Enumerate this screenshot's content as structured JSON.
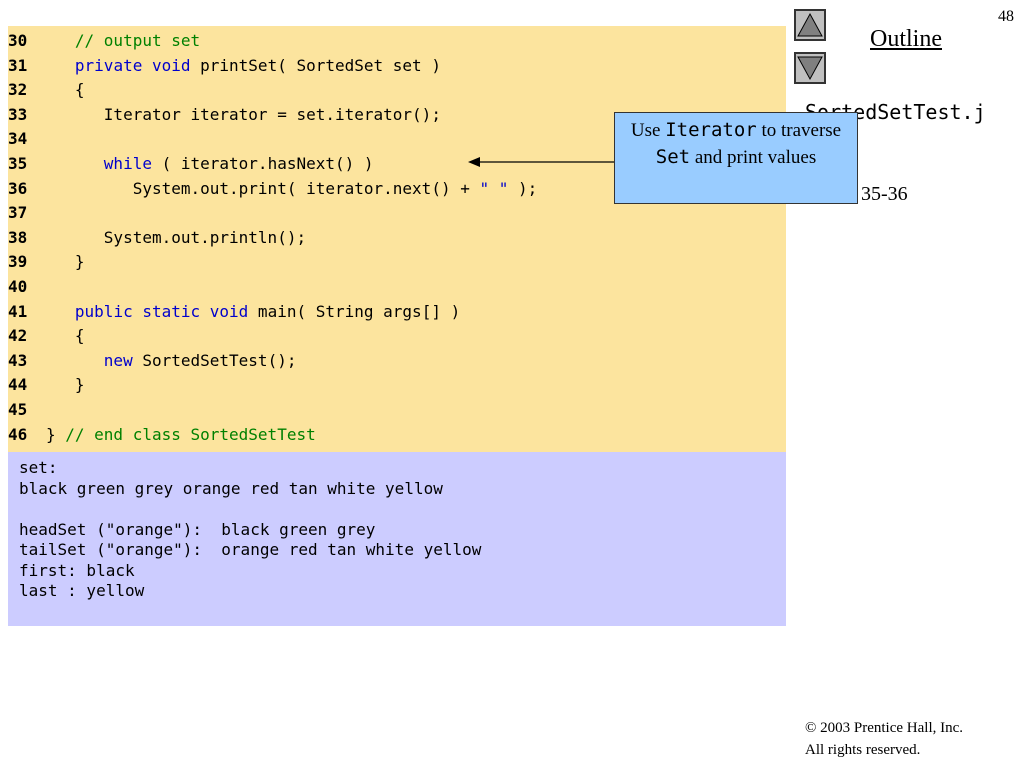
{
  "slide_number": "48",
  "outline": {
    "title": "Outline",
    "filename": "SortedSetTest.j",
    "lines": "35-36"
  },
  "callout": {
    "text_before": "Use ",
    "code1": "Iterator",
    "text_mid": " to traverse ",
    "code2": "Set",
    "text_after": " and print values"
  },
  "code_lines": [
    {
      "n": "30",
      "parts": [
        {
          "c": "cm",
          "t": "   // output set"
        }
      ]
    },
    {
      "n": "31",
      "parts": [
        {
          "c": "",
          "t": "   "
        },
        {
          "c": "kw",
          "t": "private void"
        },
        {
          "c": "",
          "t": " printSet( SortedSet set )"
        }
      ]
    },
    {
      "n": "32",
      "parts": [
        {
          "c": "",
          "t": "   {"
        }
      ]
    },
    {
      "n": "33",
      "parts": [
        {
          "c": "",
          "t": "      Iterator iterator = set.iterator();"
        }
      ]
    },
    {
      "n": "34",
      "parts": [
        {
          "c": "",
          "t": ""
        }
      ]
    },
    {
      "n": "35",
      "parts": [
        {
          "c": "",
          "t": "      "
        },
        {
          "c": "kw",
          "t": "while"
        },
        {
          "c": "",
          "t": " ( iterator.hasNext() )"
        }
      ]
    },
    {
      "n": "36",
      "parts": [
        {
          "c": "",
          "t": "         System.out.print( iterator.next() + "
        },
        {
          "c": "st",
          "t": "\" \""
        },
        {
          "c": "",
          "t": " );"
        }
      ]
    },
    {
      "n": "37",
      "parts": [
        {
          "c": "",
          "t": ""
        }
      ]
    },
    {
      "n": "38",
      "parts": [
        {
          "c": "",
          "t": "      System.out.println();"
        }
      ]
    },
    {
      "n": "39",
      "parts": [
        {
          "c": "",
          "t": "   }"
        }
      ]
    },
    {
      "n": "40",
      "parts": [
        {
          "c": "",
          "t": ""
        }
      ]
    },
    {
      "n": "41",
      "parts": [
        {
          "c": "",
          "t": "   "
        },
        {
          "c": "kw",
          "t": "public static void"
        },
        {
          "c": "",
          "t": " main( String args[] )"
        }
      ]
    },
    {
      "n": "42",
      "parts": [
        {
          "c": "",
          "t": "   {"
        }
      ]
    },
    {
      "n": "43",
      "parts": [
        {
          "c": "",
          "t": "      "
        },
        {
          "c": "kw",
          "t": "new"
        },
        {
          "c": "",
          "t": " SortedSetTest();"
        }
      ]
    },
    {
      "n": "44",
      "parts": [
        {
          "c": "",
          "t": "   }"
        }
      ]
    },
    {
      "n": "45",
      "parts": [
        {
          "c": "",
          "t": ""
        }
      ]
    },
    {
      "n": "46",
      "parts": [
        {
          "c": "",
          "t": "} "
        },
        {
          "c": "cm",
          "t": "// end class SortedSetTest"
        }
      ]
    }
  ],
  "output_lines": [
    "set:",
    "black green grey orange red tan white yellow",
    "",
    "headSet (\"orange\"):  black green grey",
    "tailSet (\"orange\"):  orange red tan white yellow",
    "first: black",
    "last : yellow"
  ],
  "copyright": {
    "line1": "© 2003 Prentice Hall, Inc.",
    "line2": "All rights reserved."
  },
  "colors": {
    "code_bg": "#fce49e",
    "output_bg": "#ccccff",
    "callout_bg": "#99ccff",
    "keyword": "#0000cc",
    "comment": "#008000"
  }
}
